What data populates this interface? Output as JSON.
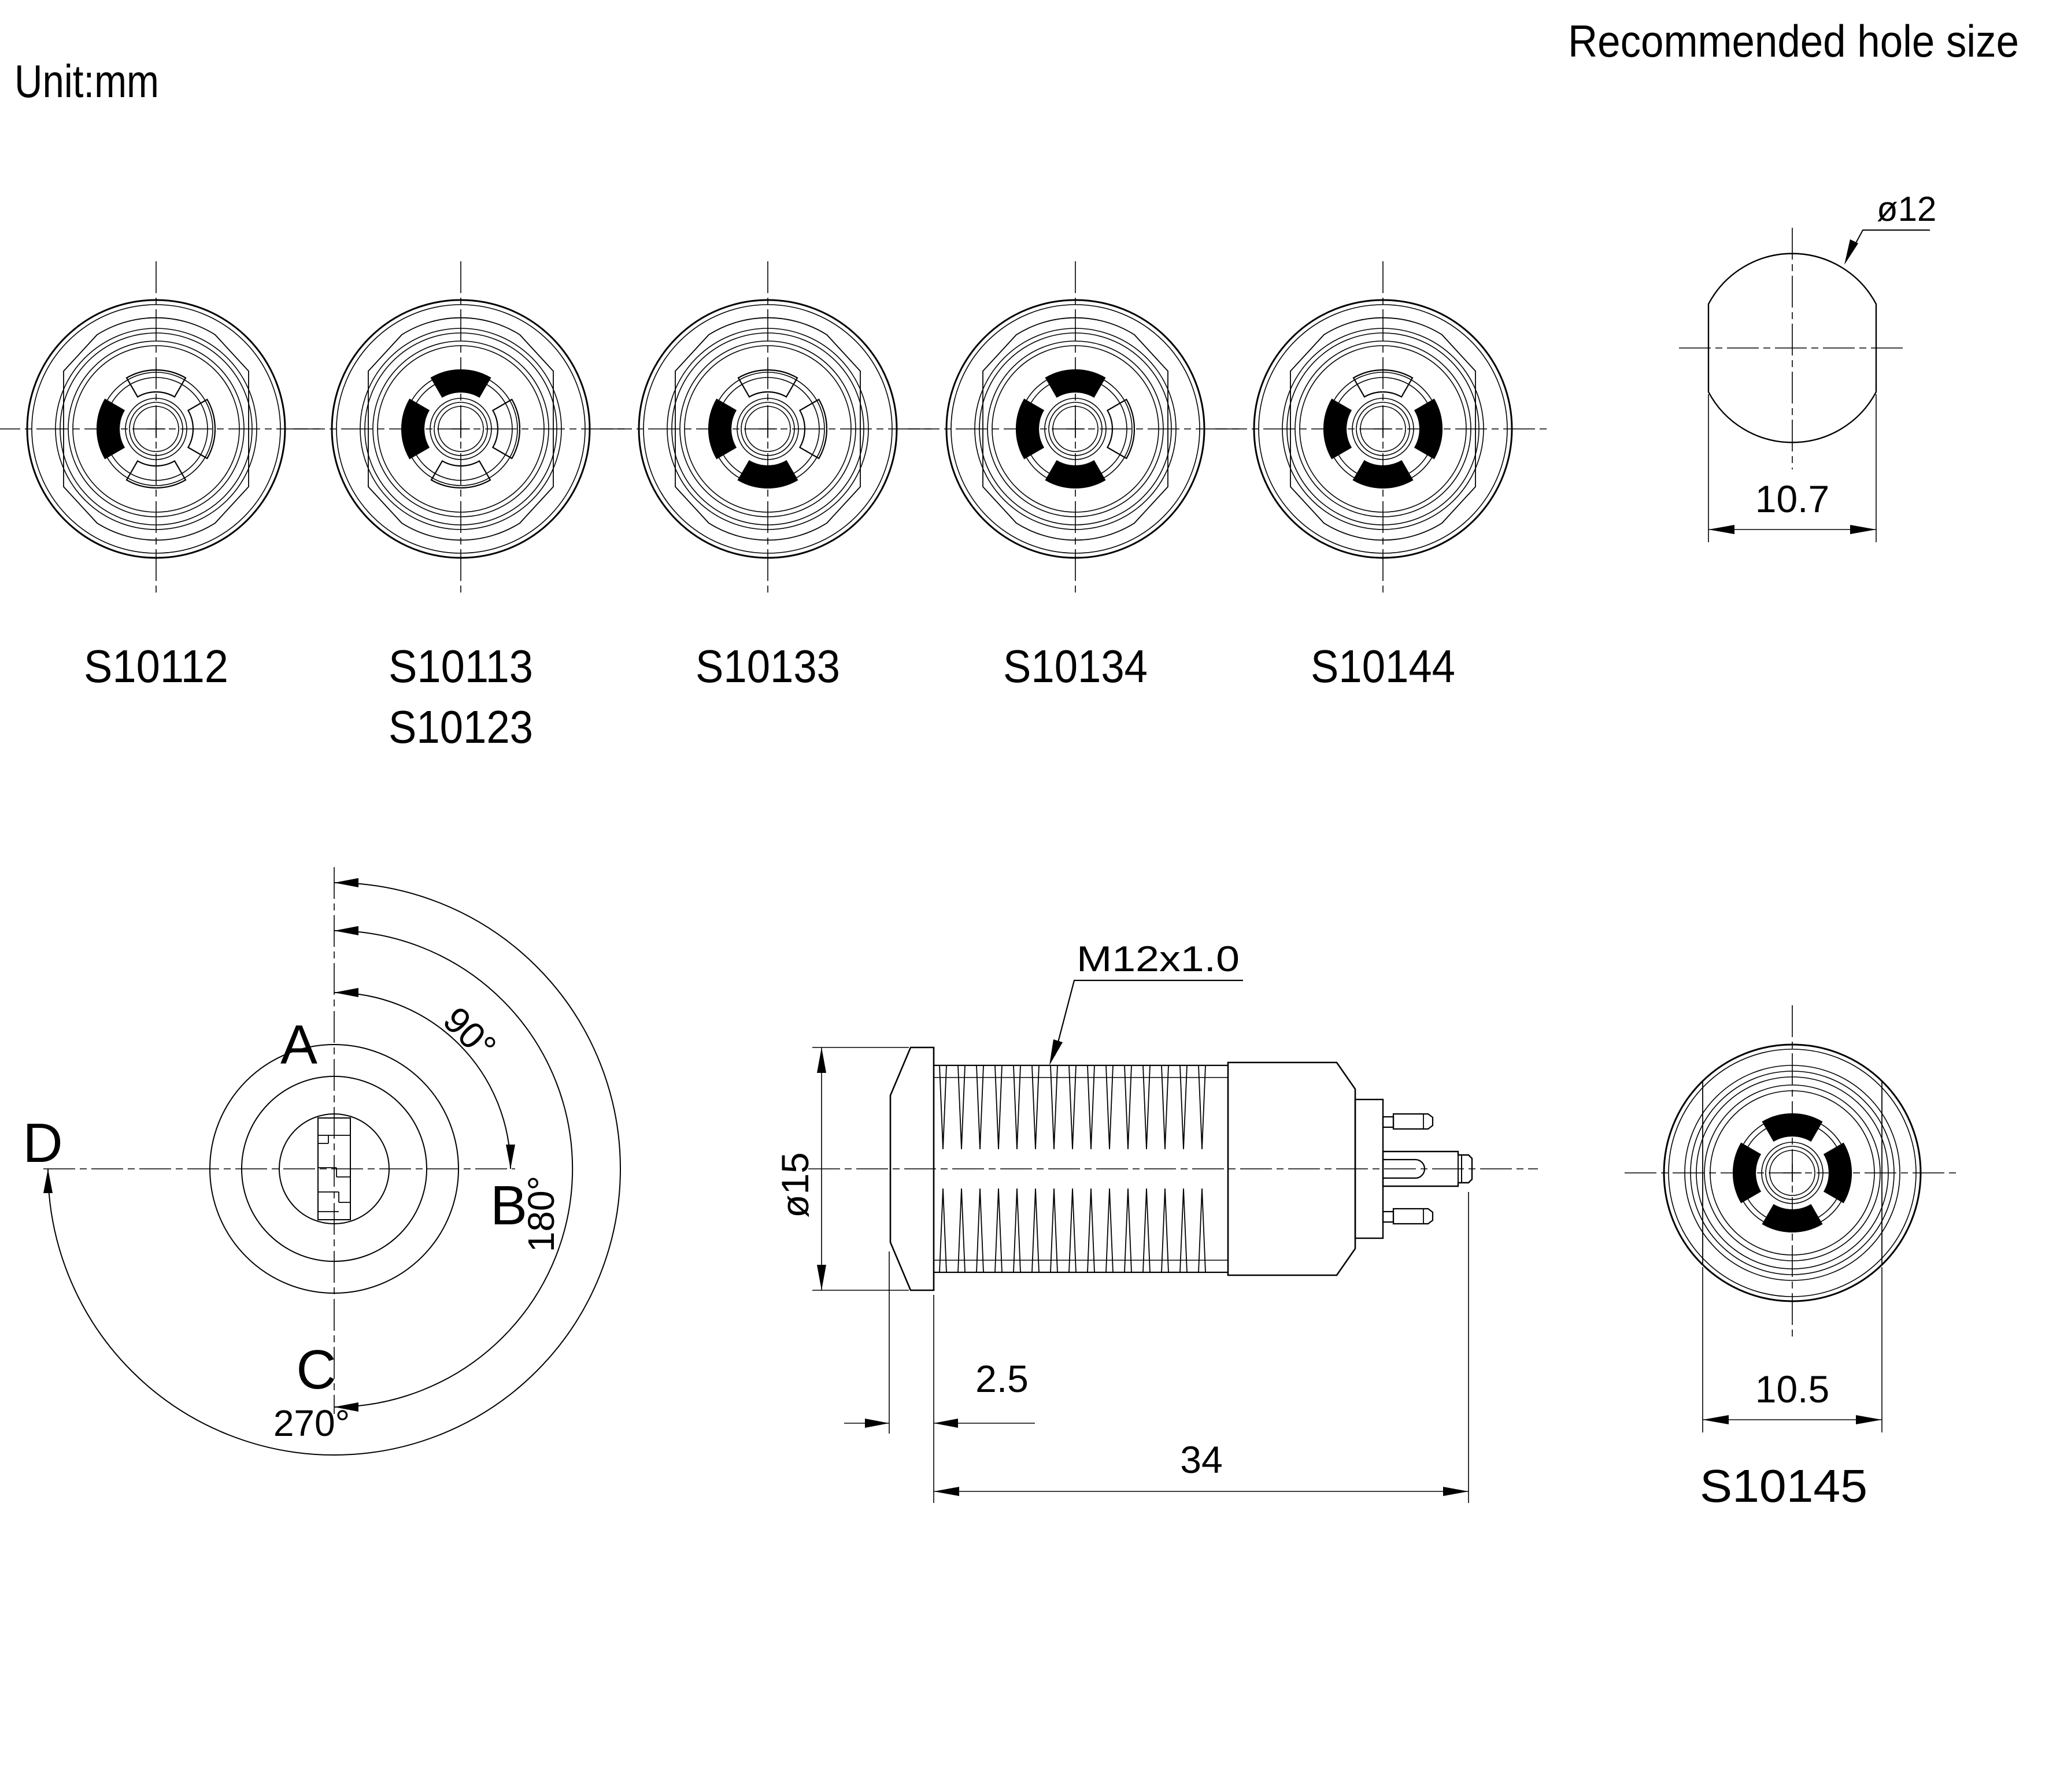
{
  "page": {
    "unit_label": "Unit:mm",
    "hole_section_title": "Recommended hole size"
  },
  "front_views": {
    "items": [
      {
        "part_numbers": [
          "S10112"
        ],
        "filled_windows": [
          "left"
        ]
      },
      {
        "part_numbers": [
          "S10113",
          "S10123"
        ],
        "filled_windows": [
          "top",
          "left"
        ]
      },
      {
        "part_numbers": [
          "S10133"
        ],
        "filled_windows": [
          "left",
          "bottom"
        ]
      },
      {
        "part_numbers": [
          "S10134"
        ],
        "filled_windows": [
          "top",
          "left",
          "bottom"
        ]
      },
      {
        "part_numbers": [
          "S10144"
        ],
        "filled_windows": [
          "left",
          "right",
          "bottom"
        ]
      }
    ]
  },
  "hole_diagram": {
    "diameter_label": "ø12",
    "flat_width_label": "10.7"
  },
  "rotation_diagram": {
    "position_labels": {
      "top": "A",
      "right": "B",
      "bottom": "C",
      "left": "D"
    },
    "angle_labels": [
      "90°",
      "180°",
      "270°"
    ]
  },
  "side_view": {
    "thread_spec": "M12x1.0",
    "flange_diameter": "ø15",
    "flange_thickness": "2.5",
    "overall_length": "34"
  },
  "back_view": {
    "part_number": "S10145",
    "flat_width_label": "10.5",
    "filled_windows": [
      "top",
      "right",
      "bottom",
      "left"
    ]
  },
  "colors": {
    "ink": "#000000",
    "paper": "#ffffff"
  }
}
